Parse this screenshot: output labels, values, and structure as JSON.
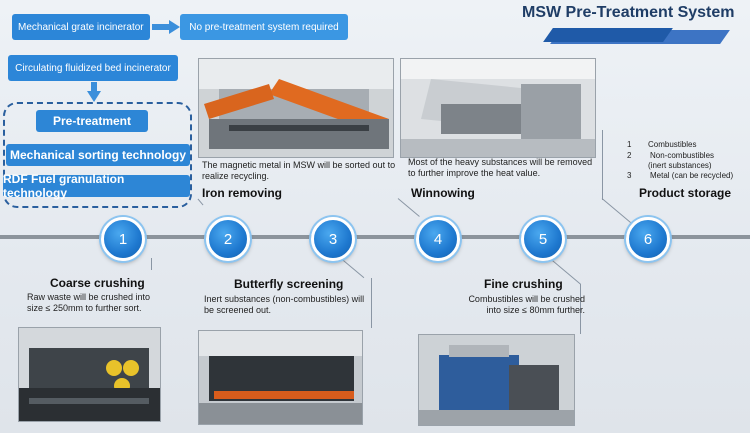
{
  "header": {
    "title": "MSW Pre-Treatment System"
  },
  "top_flow": {
    "grate": "Mechanical grate incinerator",
    "no_pretreatment": "No pre-treatment system required",
    "fluidized": "Circulating fluidized bed incinerator"
  },
  "pretreatment": {
    "title": "Pre-treatment",
    "items": [
      "Mechanical sorting technology",
      "RDF Fuel granulation technology"
    ]
  },
  "steps": [
    {
      "number": "1",
      "heading": "Coarse crushing",
      "desc": "Raw waste will be crushed into size ≤ 250mm to further sort."
    },
    {
      "number": "2",
      "heading": "Iron removing",
      "desc": "The magnetic metal in MSW will be sorted out to realize recycling."
    },
    {
      "number": "3",
      "heading": "Butterfly screening",
      "desc": "Inert substances (non-combustibles) will be screened out."
    },
    {
      "number": "4",
      "heading": "Winnowing",
      "desc": "Most of the heavy substances will be removed to further improve the heat value."
    },
    {
      "number": "5",
      "heading": "Fine crushing",
      "desc": "Combustibles will be crushed into size ≤ 80mm further."
    },
    {
      "number": "6",
      "heading": "Product storage",
      "desc": ""
    }
  ],
  "product_list": {
    "n1": "1",
    "l1": "Combustibles",
    "n2": "2",
    "l2": "Non-combustibles",
    "l2b": "(inert substances)",
    "n3": "3",
    "l3": "Metal (can be recycled)"
  },
  "colors": {
    "accent": "#2c86d8",
    "title": "#1f3d66",
    "ribbon": "#1f5aa8"
  }
}
